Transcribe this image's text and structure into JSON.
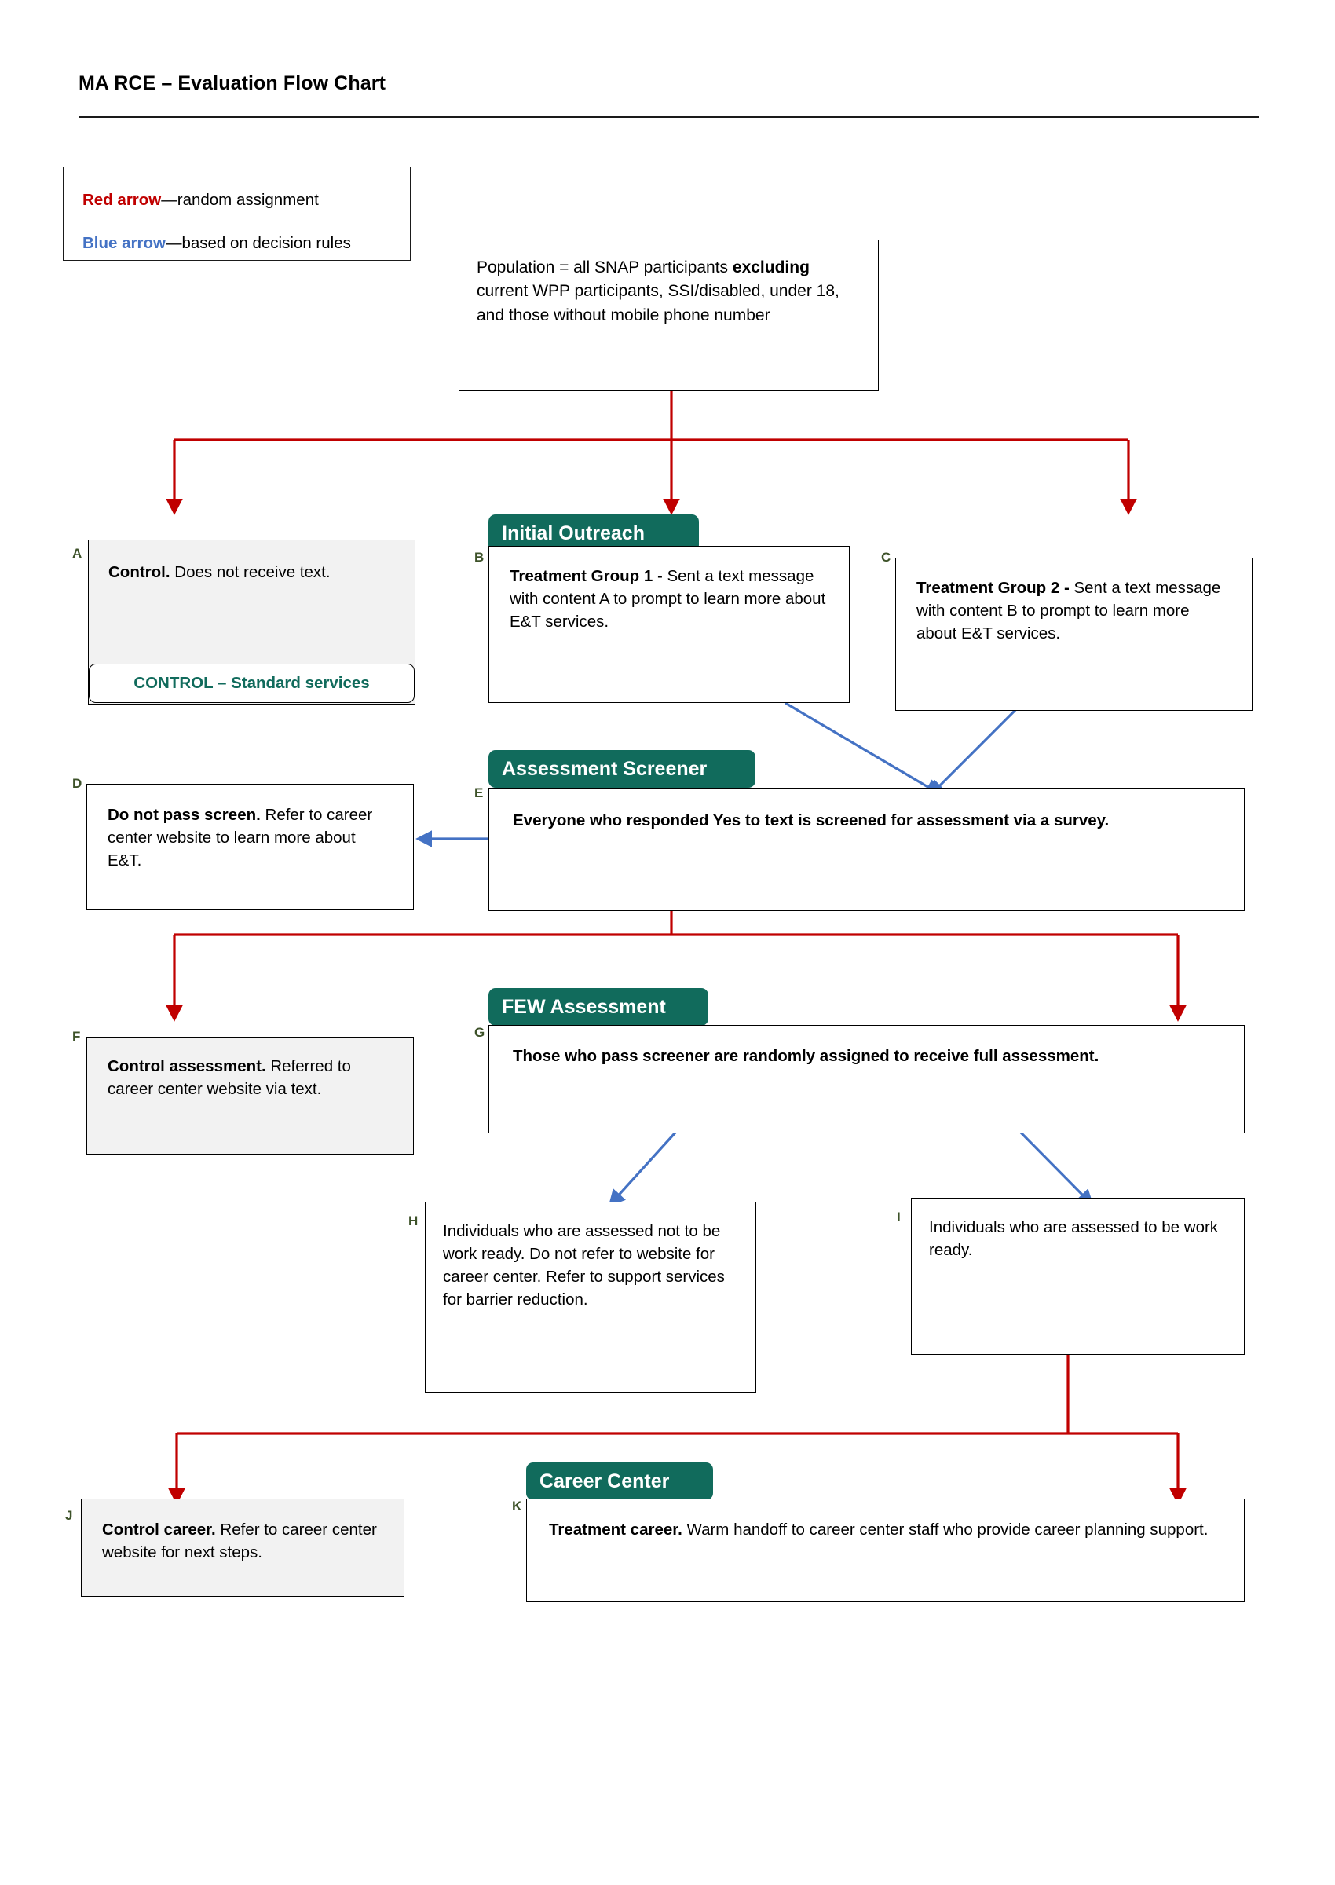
{
  "page": {
    "title": "MA RCE – Evaluation Flow Chart"
  },
  "colors": {
    "red_arrow": "#C00000",
    "blue_arrow": "#4472C4",
    "teal_tab": "#116B5C",
    "gray_fill": "#F2F2F2",
    "label_green": "#3D5229"
  },
  "legend": {
    "red": {
      "key": "Red arrow",
      "desc": "—random assignment"
    },
    "blue": {
      "key": "Blue arrow",
      "desc": "—based on decision rules"
    }
  },
  "population": {
    "line1_plain": "Population = all SNAP participants ",
    "bold": "excluding",
    "line2_plain": " current WPP participants, SSI/disabled, under 18, and those without mobile phone number"
  },
  "stages": {
    "initial_outreach": "Initial Outreach",
    "assessment_screener": "Assessment Screener",
    "few_assessment": "FEW Assessment",
    "career_center": "Career Center"
  },
  "nodes": {
    "A": {
      "letter": "A",
      "bold": "Control.",
      "text": " Does not receive text.",
      "pill": "CONTROL – Standard services"
    },
    "B": {
      "letter": "B",
      "bold": "Treatment Group 1",
      "text": " - Sent a text message with content A to prompt to learn more about E&T services."
    },
    "C": {
      "letter": "C",
      "bold": "Treatment Group 2 -",
      "text": " Sent a text message with content B to prompt to learn more about E&T services."
    },
    "D": {
      "letter": "D",
      "bold": "Do not pass screen.",
      "text": " Refer to career center website to learn more about E&T."
    },
    "E": {
      "letter": "E",
      "bold": "Everyone who responded Yes to text is screened for assessment via a survey.",
      "text": ""
    },
    "F": {
      "letter": "F",
      "bold": "Control assessment.",
      "text": " Referred to career center website via text."
    },
    "G": {
      "letter": "G",
      "bold": "Those who pass screener are randomly assigned to receive full assessment.",
      "text": ""
    },
    "H": {
      "letter": "H",
      "bold": "",
      "text": "Individuals who are assessed not to be work ready. Do not refer to website for career center. Refer to support services for barrier reduction."
    },
    "I": {
      "letter": "I",
      "bold": "",
      "text": "Individuals who are assessed to be work ready."
    },
    "J": {
      "letter": "J",
      "bold": "Control career.",
      "text": " Refer to career center website for next steps."
    },
    "K": {
      "letter": "K",
      "bold": "Treatment career.",
      "text": " Warm handoff to career center staff who provide career planning support."
    }
  }
}
